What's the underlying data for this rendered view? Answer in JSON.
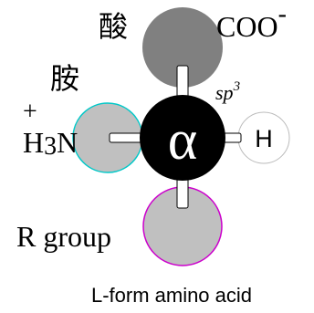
{
  "diagram": {
    "center_label": "α",
    "hybridization": {
      "base": "sp",
      "sup": "3"
    },
    "carboxyl": {
      "cjk": "酸",
      "formula": "COO",
      "charge": "-"
    },
    "amine": {
      "cjk": "胺",
      "charge": "+",
      "formula_h": "H",
      "formula_sub": "3",
      "formula_n": "N"
    },
    "hydrogen": {
      "label": "H"
    },
    "r_group": {
      "label": "R group"
    },
    "caption": "L-form amino acid",
    "colors": {
      "alpha_fill": "#000000",
      "carboxyl_fill": "#808080",
      "amine_fill": "#c0c0c0",
      "amine_stroke": "#00c8c8",
      "hydrogen_fill": "#ffffff",
      "r_group_fill": "#c0c0c0",
      "r_group_stroke": "#cc00cc",
      "bond_fill": "#ffffff"
    }
  }
}
